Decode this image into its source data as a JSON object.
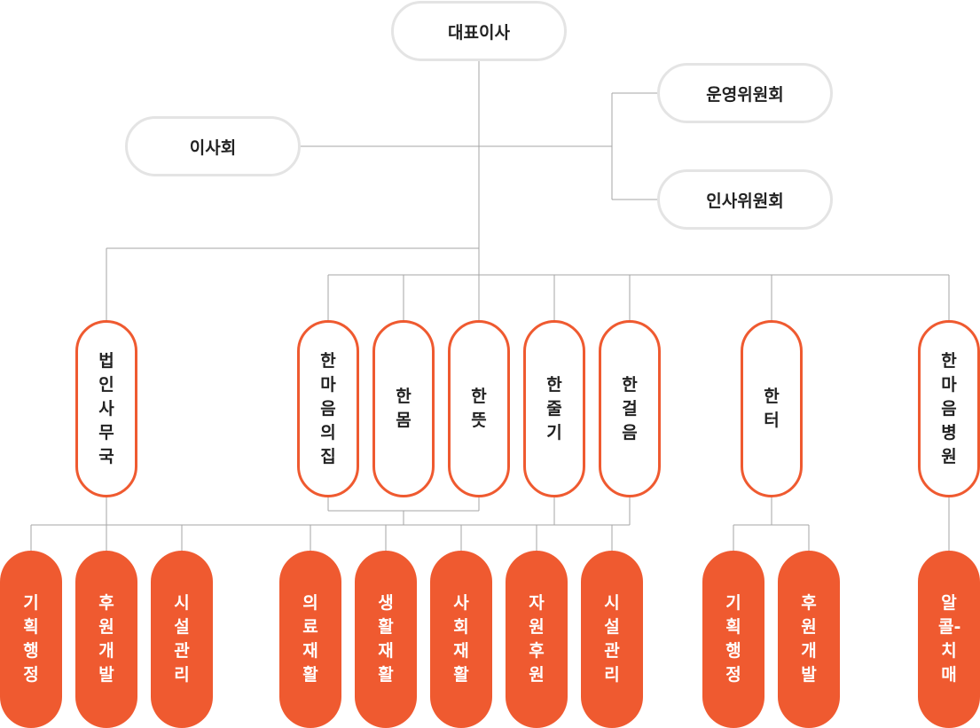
{
  "top": {
    "ceo": "대표이사",
    "board": "이사회",
    "operating_committee": "운영위원회",
    "hr_committee": "인사위원회"
  },
  "departments": [
    {
      "id": "legal",
      "label": "법인사무국"
    },
    {
      "id": "hanmaeum-house",
      "label": "한마음의집"
    },
    {
      "id": "hanmom",
      "label": "한몸"
    },
    {
      "id": "handdeut",
      "label": "한뜻"
    },
    {
      "id": "hanjulgi",
      "label": "한줄기"
    },
    {
      "id": "hangeoreum",
      "label": "한걸음"
    },
    {
      "id": "hanteo",
      "label": "한터"
    },
    {
      "id": "hanmaeum-hospital",
      "label": "한마음병원"
    }
  ],
  "teams": [
    {
      "label": "기획행정"
    },
    {
      "label": "후원개발"
    },
    {
      "label": "시설관리"
    },
    {
      "label": "의료재활"
    },
    {
      "label": "생활재활"
    },
    {
      "label": "사회재활"
    },
    {
      "label": "자원후원"
    },
    {
      "label": "시설관리"
    },
    {
      "label": "기획행정"
    },
    {
      "label": "후원개발"
    },
    {
      "label": "알콜-치매"
    }
  ],
  "colors": {
    "accent": "#ef5a30",
    "line": "#a6a6a6",
    "top_border": "#e4e4e4"
  }
}
